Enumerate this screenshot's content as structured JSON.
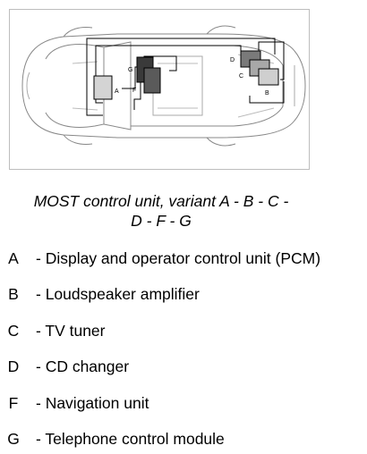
{
  "figure": {
    "unit_labels": {
      "a": "A",
      "b": "B",
      "c": "C",
      "d": "D",
      "f": "F",
      "g": "G"
    }
  },
  "caption": {
    "line1": "MOST control unit, variant A - B - C -",
    "line2": "D - F - G"
  },
  "legend": [
    {
      "letter": "A",
      "text": "- Display and operator control unit (PCM)"
    },
    {
      "letter": "B",
      "text": "- Loudspeaker amplifier"
    },
    {
      "letter": "C",
      "text": "- TV tuner"
    },
    {
      "letter": "D",
      "text": "- CD changer"
    },
    {
      "letter": "F",
      "text": "- Navigation unit"
    },
    {
      "letter": "G",
      "text": "- Telephone control module"
    }
  ],
  "colors": {
    "unit_a": "#d4d4d4",
    "unit_g": "#3a3a3a",
    "unit_f": "#5a5a5a",
    "unit_d": "#7a7a7a",
    "unit_c": "#a8a8a8",
    "unit_b": "#cfcfcf"
  }
}
